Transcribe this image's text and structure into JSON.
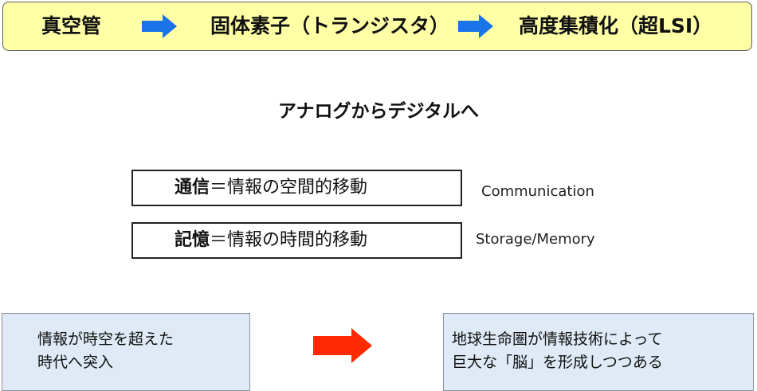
{
  "banner": {
    "stage1": "真空管",
    "stage2": "固体素子（トランジスタ）",
    "stage3": "高度集積化（超LSI）",
    "fill_color": "#ffffa6",
    "arrow_color": "#1a73e8"
  },
  "subtitle": "アナログからデジタルへ",
  "definitions": [
    {
      "term": "通信",
      "rest": "＝情報の空間的移動",
      "english": "Communication"
    },
    {
      "term": "記憶",
      "rest": "＝情報の時間的移動",
      "english": "Storage/Memory"
    }
  ],
  "bottom": {
    "left_line1": "情報が時空を超えた",
    "left_line2": "時代へ突入",
    "right_line1": "地球生命圏が情報技術によって",
    "right_line2": "巨大な「脳」を形成しつつある",
    "box_color": "#dfeaf6",
    "arrow_color": "#ff2a00"
  }
}
